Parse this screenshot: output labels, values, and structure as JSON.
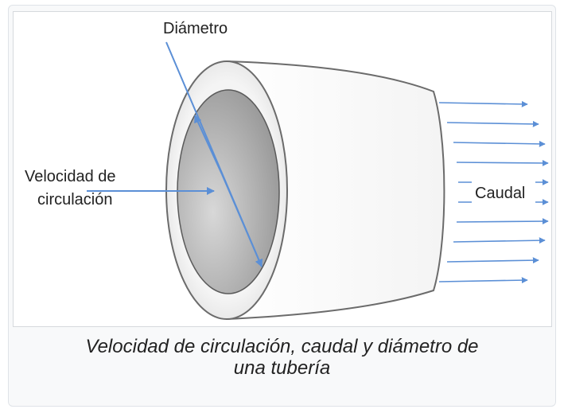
{
  "diagram": {
    "labels": {
      "diametro": "Diámetro",
      "velocidad_line1": "Velocidad de",
      "velocidad_line2": "circulación",
      "caudal": "Caudal"
    },
    "colors": {
      "arrow": "#5b8fd6",
      "pipe_outline": "#6b6b6b",
      "inner_fill": "#a9a9a9",
      "ring_fill": "#dcdcdc"
    }
  },
  "caption": {
    "line1": "Velocidad de circulación, caudal y diámetro de",
    "line2": "una tubería"
  }
}
